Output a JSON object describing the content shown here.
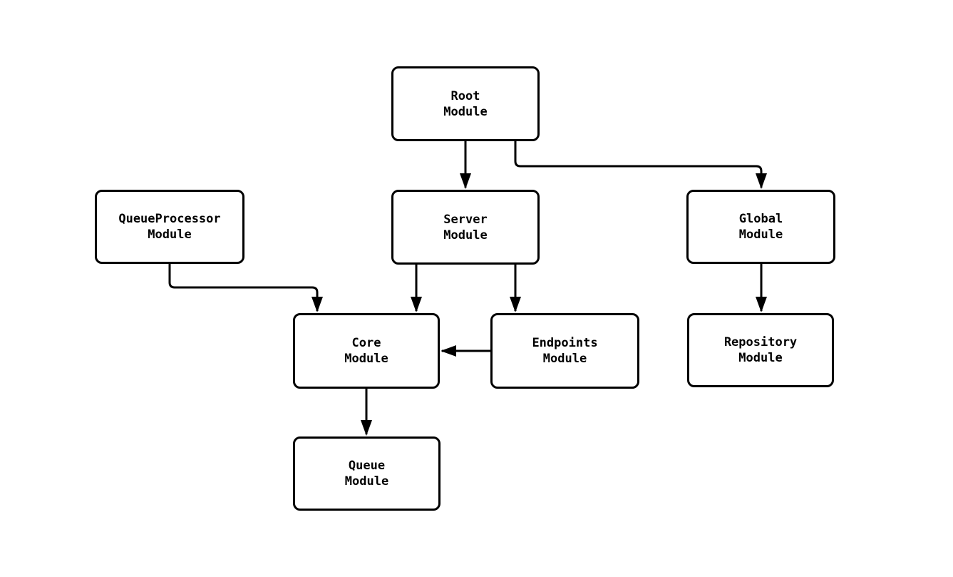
{
  "diagram": {
    "type": "flowchart",
    "background_color": "#ffffff",
    "node_fill_color": "#ffffff",
    "stroke_color": "#000000",
    "text_color": "#000000",
    "nodes": [
      {
        "id": "root",
        "label": "Root\nModule"
      },
      {
        "id": "queueprocessor",
        "label": "QueueProcessor\nModule"
      },
      {
        "id": "server",
        "label": "Server\nModule"
      },
      {
        "id": "global",
        "label": "Global\nModule"
      },
      {
        "id": "core",
        "label": "Core\nModule"
      },
      {
        "id": "endpoints",
        "label": "Endpoints\nModule"
      },
      {
        "id": "repository",
        "label": "Repository\nModule"
      },
      {
        "id": "queue",
        "label": "Queue\nModule"
      }
    ],
    "edges": [
      {
        "from": "Root Module",
        "to": "Server Module"
      },
      {
        "from": "Root Module",
        "to": "Global Module"
      },
      {
        "from": "QueueProcessor Module",
        "to": "Core Module"
      },
      {
        "from": "Server Module",
        "to": "Core Module"
      },
      {
        "from": "Server Module",
        "to": "Endpoints Module"
      },
      {
        "from": "Global Module",
        "to": "Repository Module"
      },
      {
        "from": "Endpoints Module",
        "to": "Core Module"
      },
      {
        "from": "Core Module",
        "to": "Queue Module"
      }
    ]
  }
}
